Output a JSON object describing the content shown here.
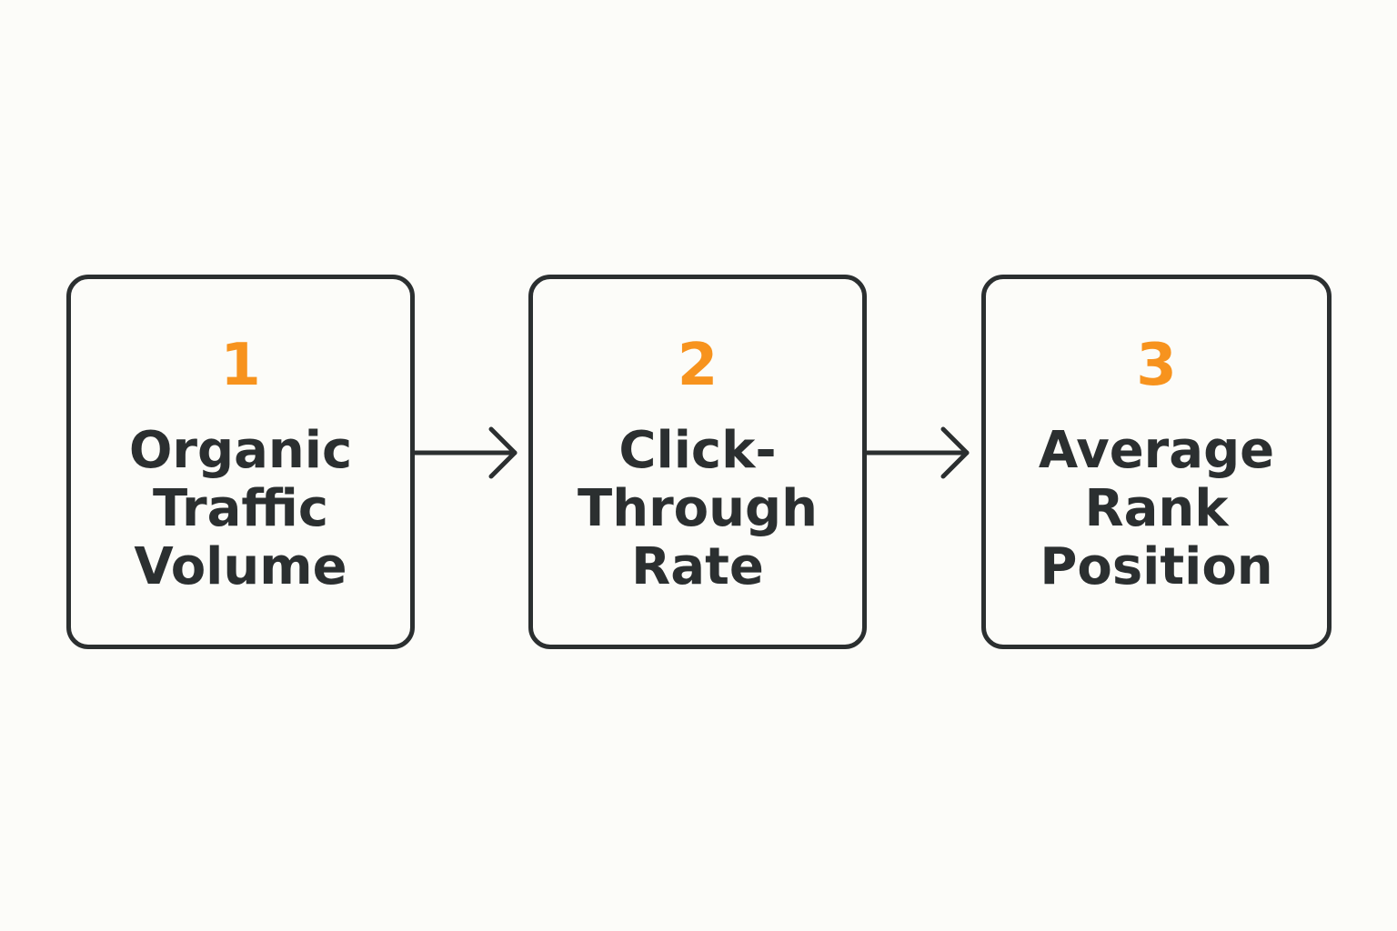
{
  "colors": {
    "background": "#fcfcf9",
    "stroke": "#2b2f30",
    "text": "#2b2f30",
    "accent": "#f7931e"
  },
  "steps": [
    {
      "number": "1",
      "label_lines": [
        "Organic",
        "Traffic",
        "Volume"
      ]
    },
    {
      "number": "2",
      "label_lines": [
        "Click-",
        "Through",
        "Rate"
      ]
    },
    {
      "number": "3",
      "label_lines": [
        "Average",
        "Rank",
        "Position"
      ]
    }
  ],
  "arrows": [
    {
      "from": "1",
      "to": "2",
      "icon": "arrow-right-icon"
    },
    {
      "from": "2",
      "to": "3",
      "icon": "arrow-right-icon"
    }
  ]
}
